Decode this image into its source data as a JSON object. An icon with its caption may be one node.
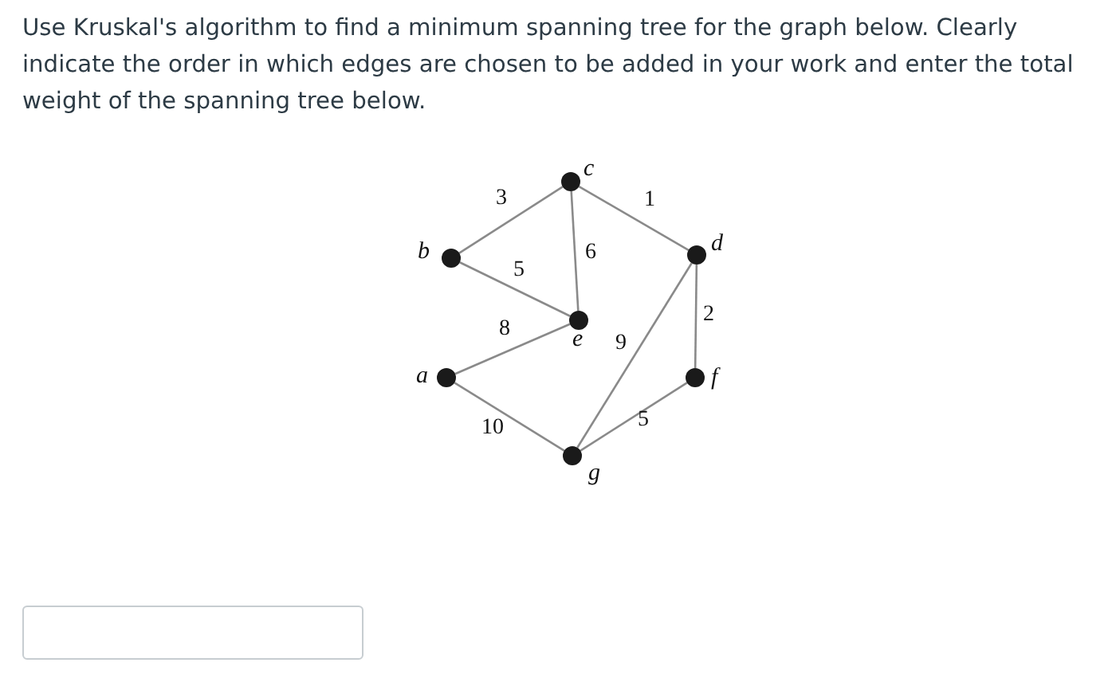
{
  "diagram": {
    "nodes": [
      {
        "text": [],
        "shape": "circle",
        "beside": [
          "c"
        ]
      },
      {
        "text": [],
        "shape": "circle",
        "beside": [
          "b"
        ]
      },
      {
        "text": [],
        "shape": "circle",
        "beside": [
          "d"
        ]
      },
      {
        "text": [],
        "shape": "circle",
        "beside": [
          "e"
        ]
      },
      {
        "text": [],
        "shape": "circle",
        "beside": [
          "a"
        ]
      },
      {
        "text": [],
        "shape": "circle",
        "beside": [
          "f"
        ]
      },
      {
        "text": [],
        "shape": "circle",
        "beside": [
          "g"
        ]
      }
    ],
    "edges": [
      {
        "from": 1,
        "to": 0,
        "arrow": "none",
        "label": "3"
      },
      {
        "from": 0,
        "to": 2,
        "arrow": "none",
        "label": "1"
      },
      {
        "from": 1,
        "to": 3,
        "arrow": "none",
        "label": "5"
      },
      {
        "from": 0,
        "to": 3,
        "arrow": "none",
        "label": "6"
      },
      {
        "from": 4,
        "to": 3,
        "arrow": "none",
        "label": "8"
      },
      {
        "from": 2,
        "to": 5,
        "arrow": "none",
        "label": "2"
      },
      {
        "from": 2,
        "to": 6,
        "arrow": "none",
        "label": "9"
      },
      {
        "from": 4,
        "to": 6,
        "arrow": "none",
        "label": "10"
      },
      {
        "from": 5,
        "to": 6,
        "arrow": "none",
        "label": "5"
      }
    ],
    "labels": [
      "Use Kruskal's algorithm to find a minimum spanning tree for the graph below.  Clearly indicate the order in which edges are chosen to be added in your work and enter the total weight of the spanning tree below."
    ]
  }
}
